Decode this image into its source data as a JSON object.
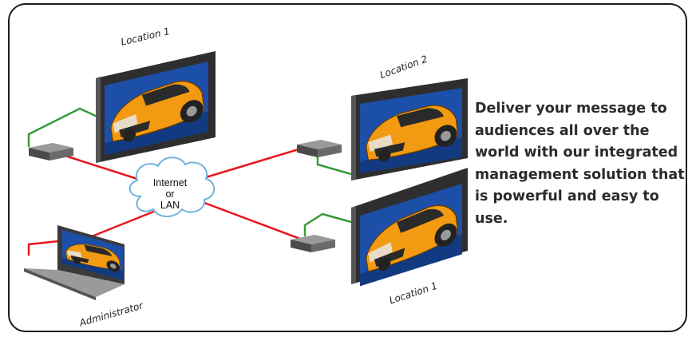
{
  "labels": {
    "location_top_left": "Location 1",
    "location_top_right": "Location 2",
    "location_bottom_right": "Location 1",
    "administrator": "Administrator"
  },
  "cloud": {
    "line1": "Internet",
    "line2": "or",
    "line3": "LAN"
  },
  "message": "Deliver your message to audiences all over the world with our integrated management solution that is powerful and easy to use.",
  "colors": {
    "network_link": "#e8161d",
    "video_link": "#3a9a37",
    "cloud_outline": "#6fb3dc",
    "screen_blue": "#1c4fa8",
    "monitor_frame": "#2e2e2e",
    "car": "#f29a12"
  },
  "icons": [
    "monitor-icon",
    "media-player-icon",
    "cloud-icon",
    "laptop-icon",
    "car-image"
  ]
}
